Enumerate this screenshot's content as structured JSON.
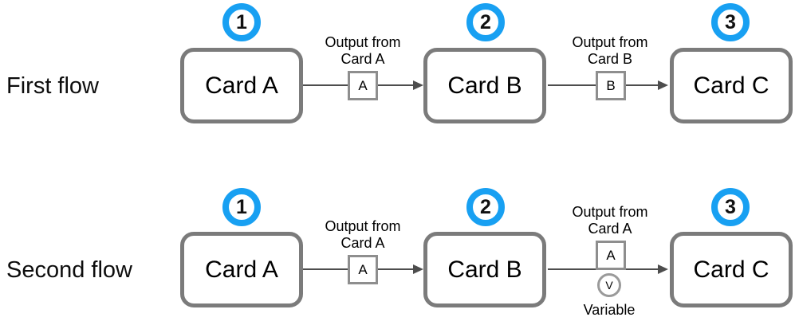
{
  "colors": {
    "badge_blue": "#18a0f2",
    "card_border": "#7b7b7b",
    "box_border": "#8e8e8e",
    "circle_border": "#9a9a9a",
    "line": "#4d4d4d"
  },
  "flows": [
    {
      "label": "First flow",
      "cards": [
        {
          "number": "1",
          "title": "Card A"
        },
        {
          "number": "2",
          "title": "Card B"
        },
        {
          "number": "3",
          "title": "Card C"
        }
      ],
      "connectors": [
        {
          "caption_line1": "Output from",
          "caption_line2": "Card A",
          "token": "A"
        },
        {
          "caption_line1": "Output from",
          "caption_line2": "Card B",
          "token": "B"
        }
      ]
    },
    {
      "label": "Second flow",
      "cards": [
        {
          "number": "1",
          "title": "Card A"
        },
        {
          "number": "2",
          "title": "Card B"
        },
        {
          "number": "3",
          "title": "Card C"
        }
      ],
      "connectors": [
        {
          "caption_line1": "Output from",
          "caption_line2": "Card A",
          "token": "A"
        },
        {
          "caption_line1": "Output from",
          "caption_line2": "Card A",
          "token": "A",
          "variable_token": "V",
          "variable_label": "Variable"
        }
      ]
    }
  ]
}
